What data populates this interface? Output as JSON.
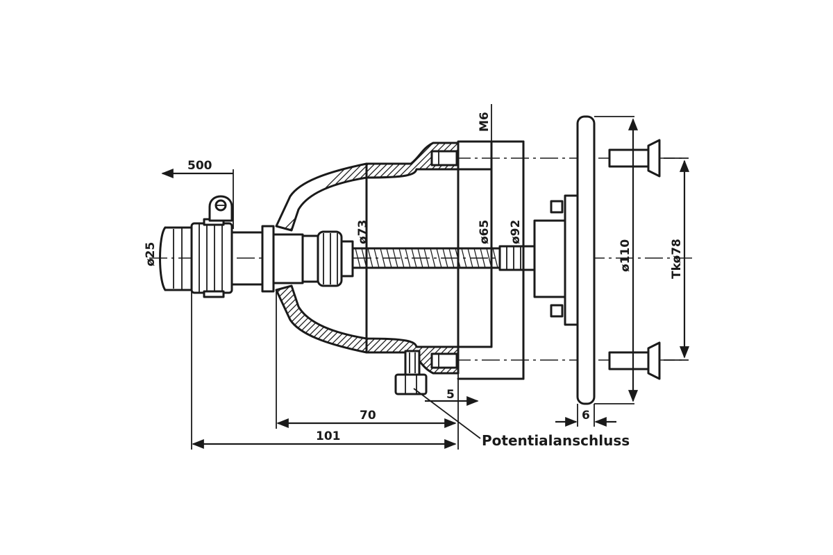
{
  "dimensions": {
    "cable_length": "500",
    "cable_diameter": "ø25",
    "bush_diameter": "ø73",
    "inner_diameter": "ø65",
    "housing_diameter": "ø92",
    "plate_diameter": "ø110",
    "bolt_circle": "Tkø78",
    "thread": "M6",
    "length_70": "70",
    "length_101": "101",
    "offset_5": "5",
    "plate_thickness": "6"
  },
  "labels": {
    "potential_connection": "Potentialanschluss"
  }
}
